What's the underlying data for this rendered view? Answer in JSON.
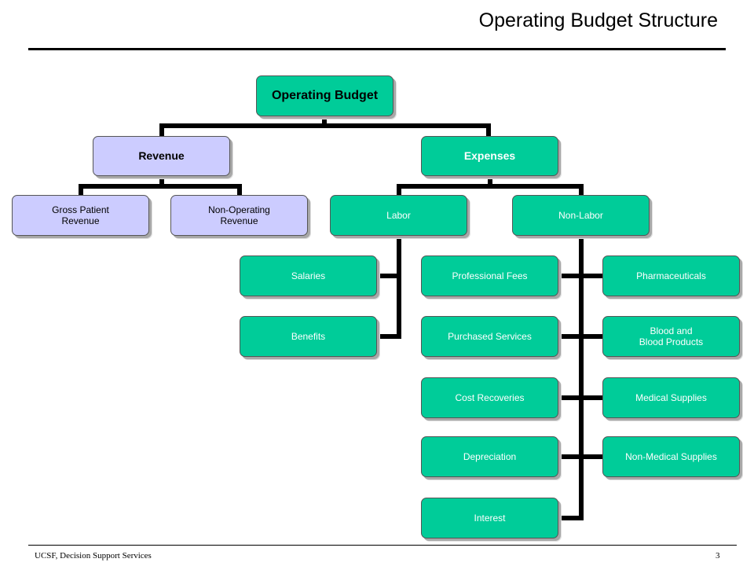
{
  "slide": {
    "title": "Operating Budget Structure"
  },
  "footer": {
    "left": "UCSF, Decision Support Services",
    "right": "3"
  },
  "colors": {
    "green_node": "#00cc99",
    "lavender_node": "#ccccff",
    "connector": "#000000"
  },
  "nodes": {
    "operating_budget": "Operating Budget",
    "revenue": "Revenue",
    "expenses": "Expenses",
    "gross_patient_revenue": "Gross Patient\nRevenue",
    "non_operating_revenue": "Non-Operating\nRevenue",
    "labor": "Labor",
    "non_labor": "Non-Labor",
    "salaries": "Salaries",
    "benefits": "Benefits",
    "professional_fees": "Professional Fees",
    "purchased_services": "Purchased Services",
    "cost_recoveries": "Cost Recoveries",
    "depreciation": "Depreciation",
    "interest": "Interest",
    "pharmaceuticals": "Pharmaceuticals",
    "blood_products": "Blood and\nBlood Products",
    "medical_supplies": "Medical Supplies",
    "non_medical_supplies": "Non-Medical Supplies"
  }
}
